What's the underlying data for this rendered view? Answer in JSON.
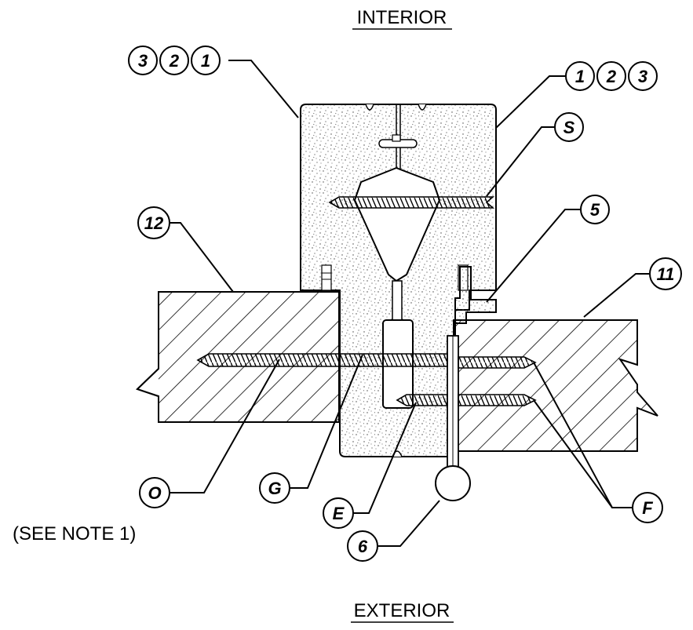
{
  "labels": {
    "interior": "INTERIOR",
    "exterior": "EXTERIOR",
    "see_note": "(SEE NOTE 1)"
  },
  "callouts": {
    "left_group": [
      "3",
      "2",
      "1"
    ],
    "right_group": [
      "1",
      "2",
      "3"
    ],
    "s": "S",
    "five": "5",
    "twelve": "12",
    "eleven": "11",
    "o": "O",
    "g": "G",
    "e": "E",
    "f": "F",
    "six": "6"
  },
  "colors": {
    "ink": "#000000",
    "paper": "#ffffff",
    "stipple": "#555555"
  }
}
